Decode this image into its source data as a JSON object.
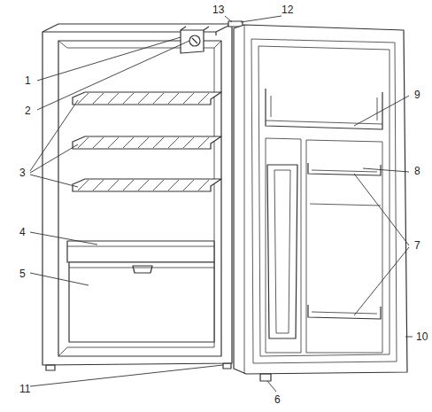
{
  "diagram": {
    "labels": [
      "13",
      "12",
      "1",
      "9",
      "2",
      "8",
      "3",
      "4",
      "7",
      "5",
      "10",
      "11",
      "6"
    ]
  }
}
